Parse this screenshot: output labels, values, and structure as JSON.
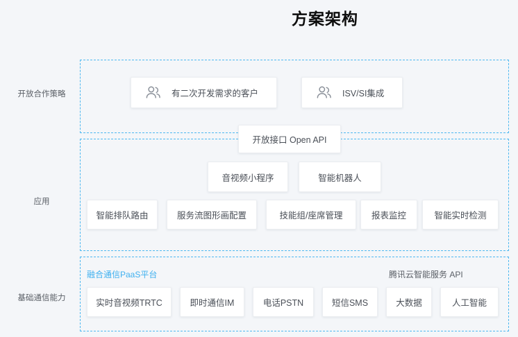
{
  "page": {
    "title": "方案架构",
    "background_color": "#f4f6f9",
    "dashed_border_color": "#4db8f0",
    "card_background": "#ffffff",
    "text_color": "#4a4f57",
    "accent_color": "#3fb0ef"
  },
  "tiers": [
    {
      "label": "开放合作策略"
    },
    {
      "label": "应用"
    },
    {
      "label": "基础通信能力"
    }
  ],
  "partner_row": {
    "cards": [
      {
        "icon": "users-icon",
        "label": "有二次开发需求的客户"
      },
      {
        "icon": "users-icon",
        "label": "ISV/SI集成"
      }
    ]
  },
  "open_api": {
    "label": "开放接口 Open API"
  },
  "application": {
    "upper_cards": [
      {
        "label": "音视频小程序"
      },
      {
        "label": "智能机器人"
      }
    ],
    "lower_cards": [
      {
        "label": "智能排队路由"
      },
      {
        "label": "服务流图形画配置"
      },
      {
        "label": "技能组/座席管理"
      },
      {
        "label": "报表监控"
      },
      {
        "label": "智能实时检测"
      }
    ]
  },
  "base_capability": {
    "captions": {
      "paas": "融合通信PaaS平台",
      "ai": "腾讯云智能服务 API"
    },
    "cards": [
      {
        "label": "实时音视频TRTC"
      },
      {
        "label": "即时通信IM"
      },
      {
        "label": "电话PSTN"
      },
      {
        "label": "短信SMS"
      },
      {
        "label": "大数据"
      },
      {
        "label": "人工智能"
      }
    ]
  }
}
